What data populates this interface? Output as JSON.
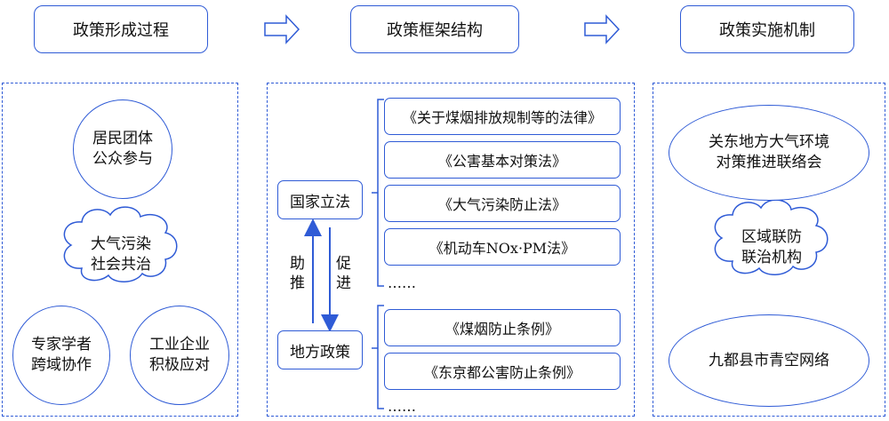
{
  "headers": {
    "formation": "政策形成过程",
    "framework": "政策框架结构",
    "implementation": "政策实施机制"
  },
  "left": {
    "residents": "居民团体\n公众参与",
    "governance": "大气污染\n社会共治",
    "experts": "专家学者\n跨域协作",
    "industry": "工业企业\n积极应对"
  },
  "middle": {
    "national": "国家立法",
    "local": "地方政策",
    "assist": "助\n推",
    "promote": "促\n进",
    "national_laws": [
      "《关于煤烟排放规制等的法律》",
      "《公害基本对策法》",
      "《大气污染防止法》",
      "《机动车NOx·PM法》"
    ],
    "local_laws": [
      "《煤烟防止条例》",
      "《东京都公害防止条例》"
    ],
    "ellipsis": "……"
  },
  "right": {
    "kanto": "关东地方大气环境\n对策推进联络会",
    "regional": "区域联防\n联治机构",
    "kyuto": "九都县市青空网络"
  },
  "colors": {
    "border": "#2f5bd6",
    "arrow": "#2f5bd6"
  }
}
